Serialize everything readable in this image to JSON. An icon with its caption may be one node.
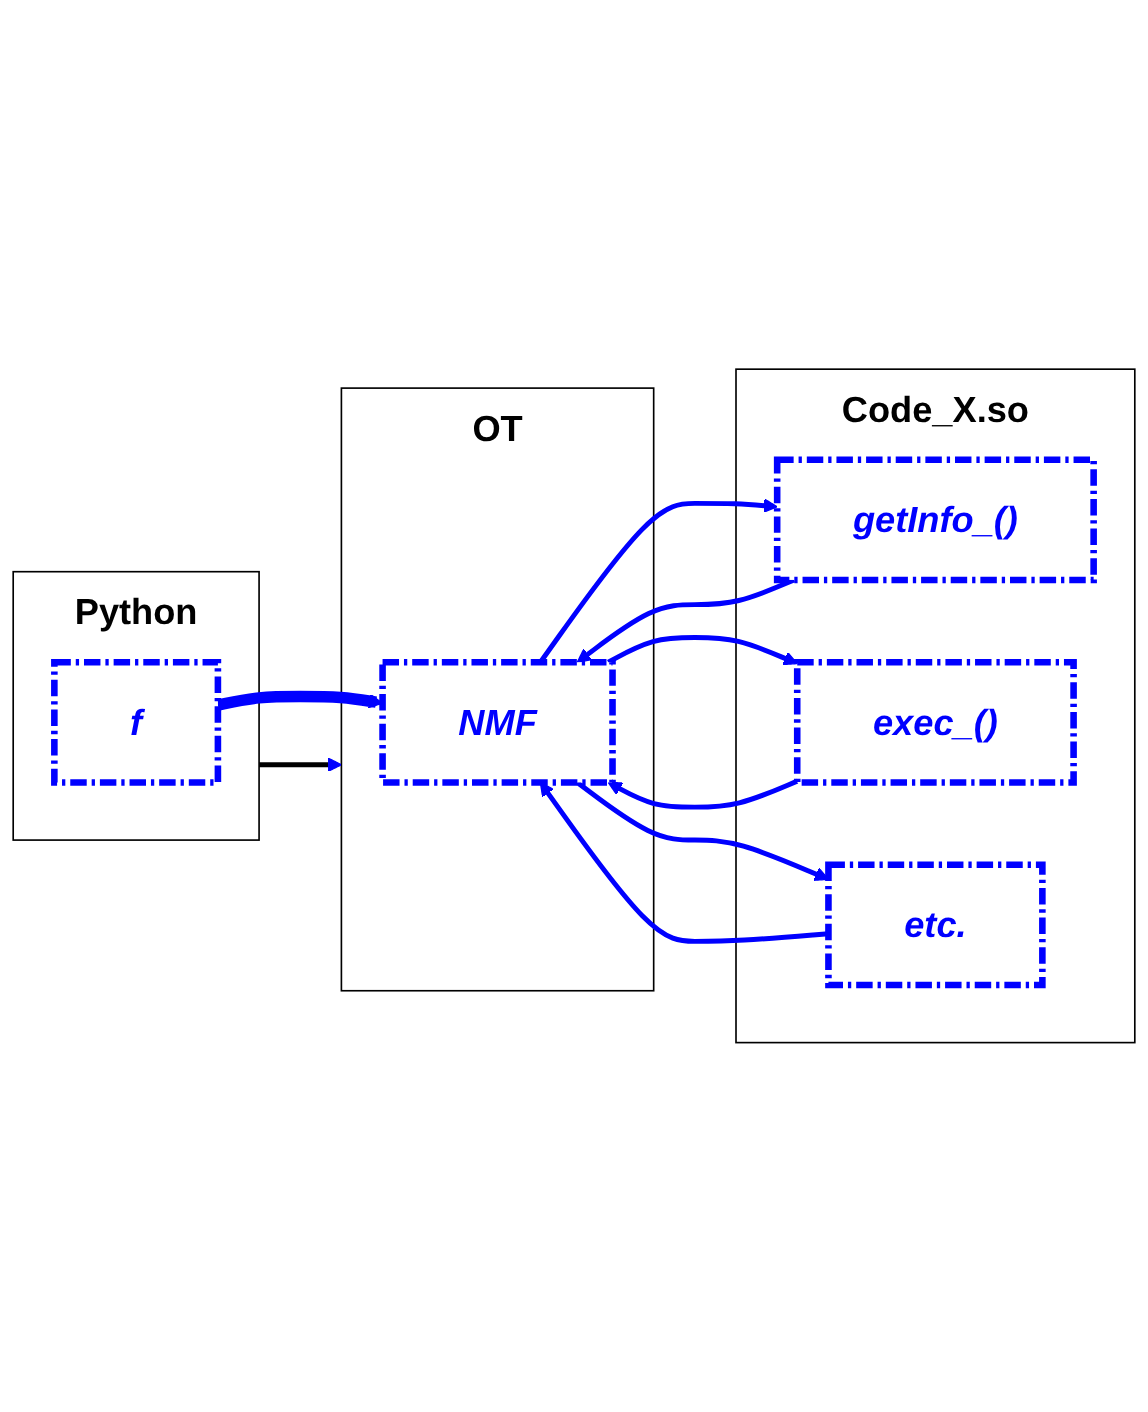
{
  "diagram": {
    "nodes": [
      {
        "text": [
          "Python"
        ]
      },
      {
        "text": [
          "f"
        ],
        "in": 0
      },
      {
        "text": [
          "OT"
        ]
      },
      {
        "text": [
          "NMF"
        ],
        "in": 2
      },
      {
        "text": [
          "Code_X.so"
        ]
      },
      {
        "text": [
          "getInfo_()"
        ],
        "in": 4
      },
      {
        "text": [
          "exec_()"
        ],
        "in": 4
      },
      {
        "text": [
          "etc."
        ],
        "in": 4
      }
    ],
    "edges": [
      {
        "from": 0,
        "to": 2,
        "arrow": "to",
        "color": "#000000"
      },
      {
        "from": 1,
        "to": 3,
        "arrow": "to",
        "style": "thick"
      },
      {
        "from": 3,
        "to": 5,
        "arrow": "to"
      },
      {
        "from": 5,
        "to": 3,
        "arrow": "to"
      },
      {
        "from": 3,
        "to": 6,
        "arrow": "to"
      },
      {
        "from": 6,
        "to": 3,
        "arrow": "to"
      },
      {
        "from": 3,
        "to": 7,
        "arrow": "to"
      },
      {
        "from": 7,
        "to": 3,
        "arrow": "to"
      }
    ]
  }
}
